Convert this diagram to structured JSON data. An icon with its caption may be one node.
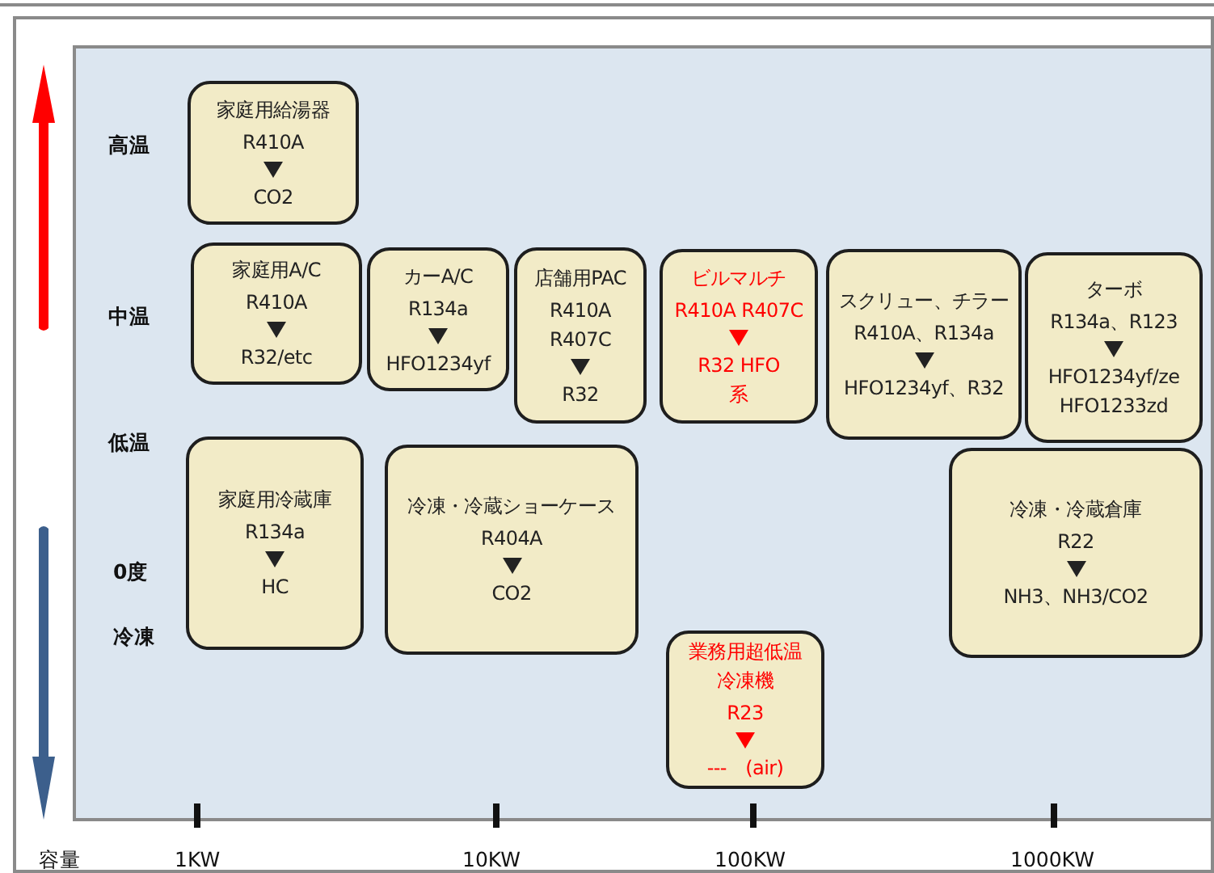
{
  "diagram": {
    "nodes": [
      {
        "text": [
          "家庭用給湯器",
          "R410A",
          "CO2"
        ]
      },
      {
        "text": [
          "家庭用A/C",
          "R410A",
          "R32/etc"
        ]
      },
      {
        "text": [
          "カーA/C",
          "R134a",
          "HFO1234yf"
        ]
      },
      {
        "text": [
          "店舗用PAC",
          "R410A R407C",
          "R32"
        ]
      },
      {
        "text": [
          "ビルマルチ",
          "R410A R407C",
          "R32 HFO系"
        ]
      },
      {
        "text": [
          "スクリュー、チラー",
          "R410A、R134a",
          "HFO1234yf、R32"
        ]
      },
      {
        "text": [
          "ターボ",
          "R134a、R123",
          "HFO1234yf/ze HFO1233zd"
        ]
      },
      {
        "text": [
          "家庭用冷蔵庫",
          "R134a",
          "HC"
        ]
      },
      {
        "text": [
          "冷凍・冷蔵ショーケース",
          "R404A",
          "CO2"
        ]
      },
      {
        "text": [
          "冷凍・冷蔵倉庫",
          "R22",
          "NH3、NH3/CO2"
        ]
      },
      {
        "text": [
          "業務用超低温冷凍機",
          "R23",
          "---　(air)"
        ]
      }
    ],
    "edges": [],
    "labels": [
      "高温",
      "中温",
      "低温",
      "0度",
      "冷凍",
      "容量",
      "1KW",
      "10KW",
      "100KW",
      "1000KW"
    ]
  }
}
